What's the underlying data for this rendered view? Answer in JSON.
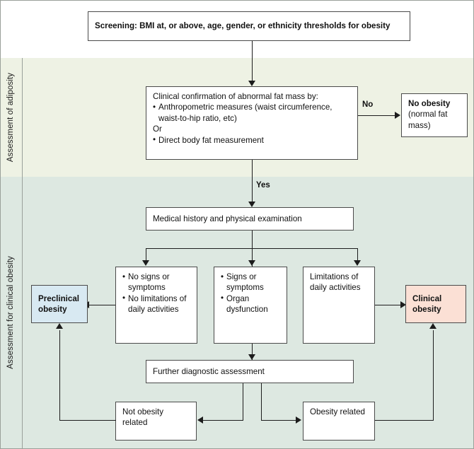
{
  "figure": {
    "type": "flowchart",
    "bands": [
      {
        "id": "adiposity",
        "label": "Assessment of adiposity",
        "color": "#eef2e4"
      },
      {
        "id": "clinical",
        "label": "Assessment for clinical obesity",
        "color": "#dde8e1"
      }
    ],
    "colors": {
      "band_adiposity": "#eef2e4",
      "band_clinical": "#dde8e1",
      "preclinical_box": "#d8e9f2",
      "clinical_box": "#fbe0d5",
      "box_border": "#4a4a4a",
      "connector": "#1c1c1c",
      "page_background": "#ffffff"
    },
    "nodes": {
      "screening": "Screening: BMI at, or above, age, gender, or ethnicity thresholds for obesity",
      "confirmation": {
        "lead": "Clinical confirmation of abnormal fat mass by:",
        "items": [
          "Anthropometric measures (waist circumference, waist-to-hip ratio, etc)",
          "Or",
          "Direct body fat measurement"
        ]
      },
      "no_obesity": {
        "title": "No obesity",
        "subtitle": "(normal fat mass)"
      },
      "medical_history": "Medical history and physical examination",
      "no_signs": {
        "items": [
          "No signs or symptoms",
          "No limitations of daily activities"
        ]
      },
      "signs": {
        "items": [
          "Signs or symptoms",
          "Organ dysfunction"
        ]
      },
      "limitations": "Limitations of daily activities",
      "preclinical_obesity": "Preclinical obesity",
      "clinical_obesity": "Clinical obesity",
      "further_assessment": "Further diagnostic assessment",
      "not_obesity_related": "Not obesity related",
      "obesity_related": "Obesity related"
    },
    "edge_labels": {
      "no": "No",
      "yes": "Yes"
    }
  }
}
